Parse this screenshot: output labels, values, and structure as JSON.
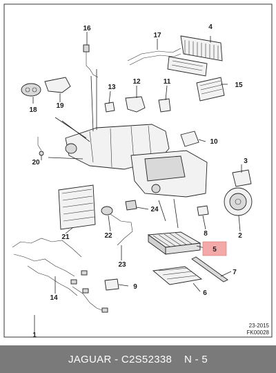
{
  "callouts": [
    "1",
    "2",
    "3",
    "4",
    "5",
    "6",
    "7",
    "8",
    "9",
    "10",
    "11",
    "12",
    "13",
    "14",
    "15",
    "16",
    "17",
    "18",
    "19",
    "20",
    "21",
    "22",
    "23",
    "24"
  ],
  "footer": {
    "brand": "JAGUAR",
    "separator1": " - ",
    "part_number": "C2S52338",
    "gap": "    ",
    "position": "N - 5"
  },
  "meta": {
    "date_code": "23-2015",
    "figure_code": "FK00028"
  },
  "colors": {
    "footer_bg": "#7a7a7a",
    "highlight": "#f4a9a9",
    "frame": "#333333"
  }
}
